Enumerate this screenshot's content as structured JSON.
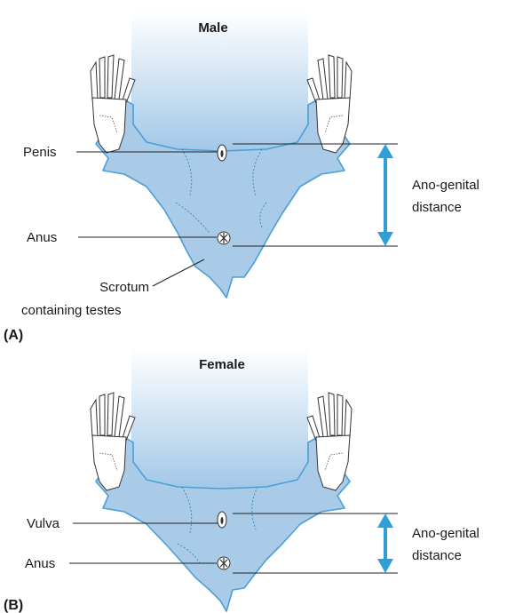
{
  "panel_a": {
    "title": "Male",
    "panel_label": "(A)",
    "penis_label": "Penis",
    "anus_label": "Anus",
    "scrotum_label_line1": "Scrotum",
    "scrotum_label_line2": "containing testes",
    "distance_label_line1": "Ano-genital",
    "distance_label_line2": "distance"
  },
  "panel_b": {
    "title": "Female",
    "panel_label": "(B)",
    "vulva_label": "Vulva",
    "anus_label": "Anus",
    "distance_label_line1": "Ano-genital",
    "distance_label_line2": "distance"
  },
  "colors": {
    "fur": "#a9cbe8",
    "fur_outline": "#4a9fd6",
    "arrow": "#2f9fd8",
    "body_gradient_top": "#ffffff",
    "body_gradient_bottom": "#9cc4e6"
  }
}
